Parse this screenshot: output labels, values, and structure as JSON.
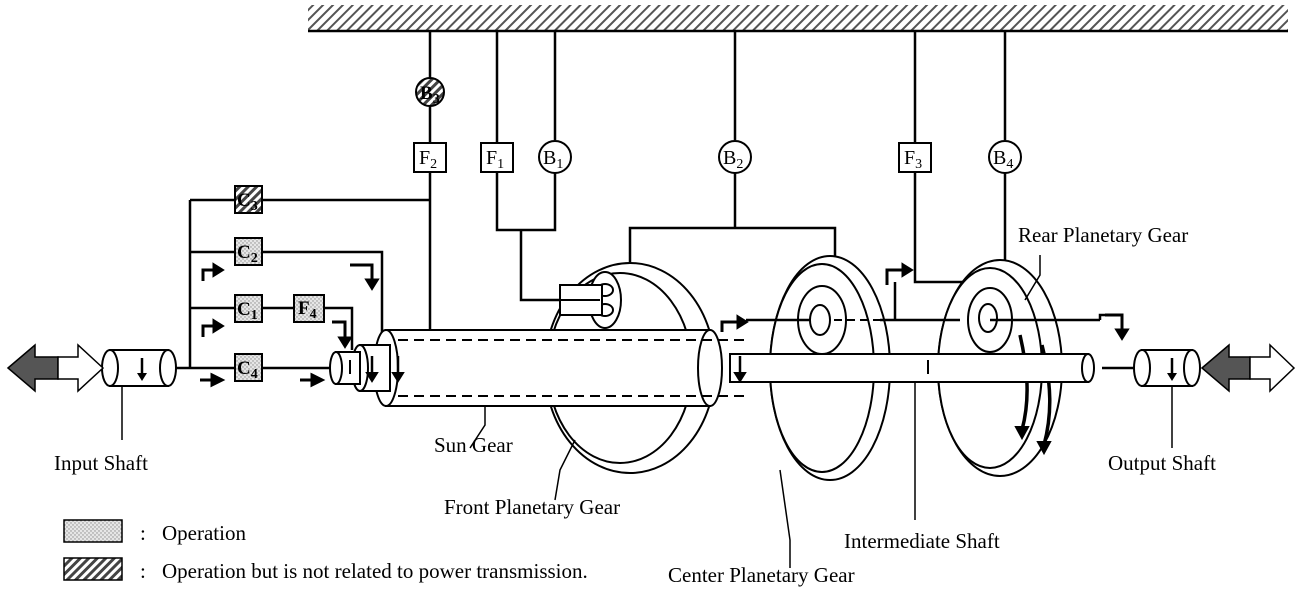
{
  "diagram": {
    "components": {
      "B3": {
        "main": "B",
        "sub": "3"
      },
      "B1": {
        "main": "B",
        "sub": "1"
      },
      "B2": {
        "main": "B",
        "sub": "2"
      },
      "B4": {
        "main": "B",
        "sub": "4"
      },
      "F1": {
        "main": "F",
        "sub": "1"
      },
      "F2": {
        "main": "F",
        "sub": "2"
      },
      "F3": {
        "main": "F",
        "sub": "3"
      },
      "F4": {
        "main": "F",
        "sub": "4"
      },
      "C1": {
        "main": "C",
        "sub": "1"
      },
      "C2": {
        "main": "C",
        "sub": "2"
      },
      "C3": {
        "main": "C",
        "sub": "3"
      },
      "C4": {
        "main": "C",
        "sub": "4"
      }
    },
    "labels": {
      "input_shaft": "Input Shaft",
      "sun_gear": "Sun Gear",
      "front_planetary_gear": "Front Planetary Gear",
      "center_planetary_gear": "Center Planetary Gear",
      "intermediate_shaft": "Intermediate Shaft",
      "rear_planetary_gear": "Rear Planetary Gear",
      "output_shaft": "Output Shaft"
    },
    "legend": {
      "separator": ":",
      "operation": "Operation",
      "operation_not_related": "Operation but is not related to power transmission."
    },
    "colors": {
      "line": "#000000",
      "arrow_fill": "#555555",
      "operation_fill": "#d9d9d9"
    }
  }
}
